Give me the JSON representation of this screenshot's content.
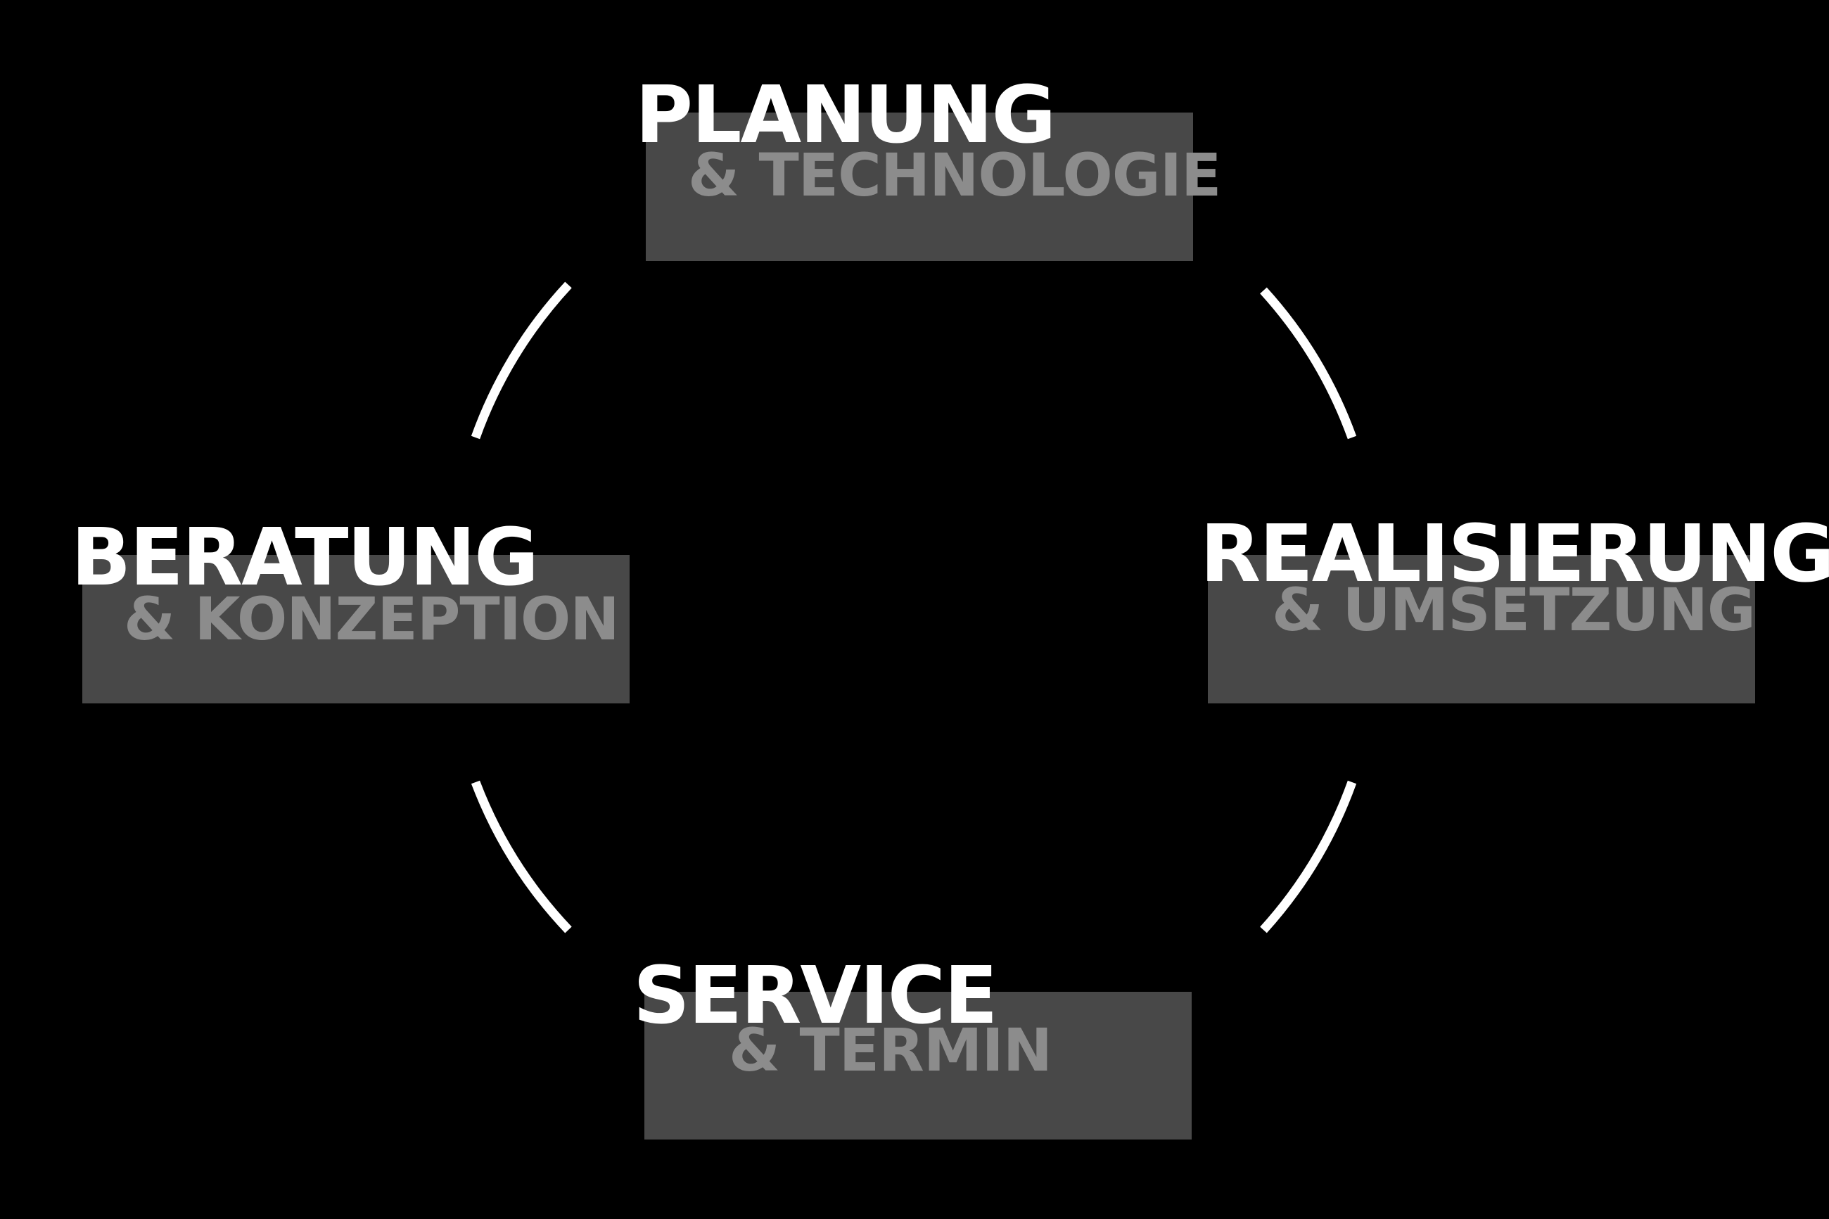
{
  "diagram": {
    "nodes": [
      {
        "id": "planung",
        "title": "PLANUNG",
        "subtitle": "& TECHNOLOGIE"
      },
      {
        "id": "realisierung",
        "title": "REALISIERUNG",
        "subtitle": "& UMSETZUNG"
      },
      {
        "id": "service",
        "title": "SERVICE",
        "subtitle": "& TERMIN"
      },
      {
        "id": "beratung",
        "title": "BERATUNG",
        "subtitle": "& KONZEPTION"
      }
    ]
  },
  "colors": {
    "background": "#000000",
    "box": "#484848",
    "title_text": "#ffffff",
    "subtitle_text": "#8c8c8c",
    "ring": "#ffffff"
  }
}
